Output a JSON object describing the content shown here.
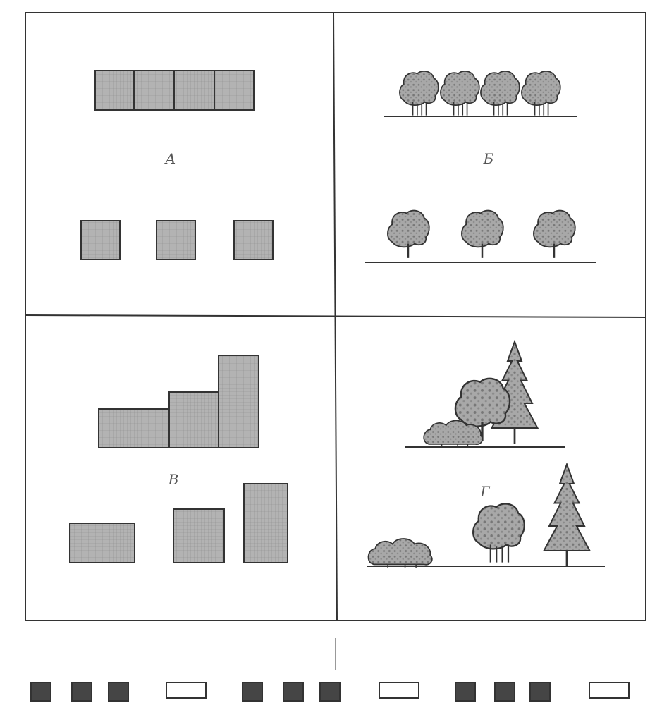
{
  "panels": [
    {
      "id": "a",
      "label": "А",
      "content": "blocks-joined-vs-separated"
    },
    {
      "id": "b",
      "label": "Б",
      "content": "trees-joined-vs-separated"
    },
    {
      "id": "v",
      "label": "В",
      "content": "blocks-stepped-vs-separated"
    },
    {
      "id": "g",
      "label": "Г",
      "content": "vegetation-stepped-vs-separated"
    }
  ],
  "legend": {
    "pattern": [
      "filled",
      "filled",
      "filled",
      "outline",
      "filled",
      "filled",
      "filled",
      "outline",
      "filled",
      "filled",
      "filled",
      "outline"
    ]
  },
  "colors": {
    "line": "#333333",
    "block_fill": "#b3b3b3",
    "foliage_fill": "#a8a8a8",
    "legend_filled": "#454545",
    "label": "#555555"
  }
}
